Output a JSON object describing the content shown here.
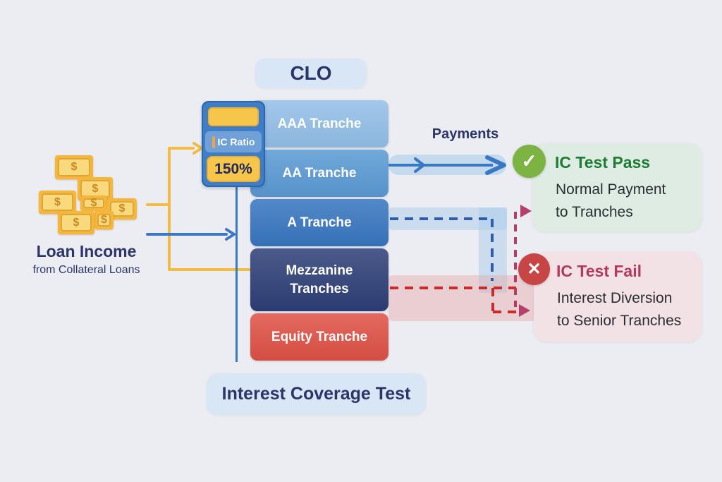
{
  "diagram": {
    "title": "CLO",
    "footer": "Interest Coverage Test",
    "payments_label": "Payments"
  },
  "loan_income": {
    "title": "Loan Income",
    "subtitle": "from Collateral Loans",
    "currency_symbol": "$"
  },
  "calculator": {
    "label": "IC Ratio",
    "value": "150%"
  },
  "tranches": [
    {
      "label": "AAA Tranche",
      "color": "#93BFE8"
    },
    {
      "label": "AA Tranche",
      "color": "#5B9AD5"
    },
    {
      "label": "A Tranche",
      "color": "#3876C0"
    },
    {
      "label": "Mezzanine Tranches",
      "color": "#2E3F77"
    },
    {
      "label": "Equity Tranche",
      "color": "#DF5145"
    }
  ],
  "outcomes": {
    "pass": {
      "title": "IC Test Pass",
      "line1": "Normal Payment",
      "line2": "to Tranches",
      "icon": "✓",
      "icon_color": "#7DB342",
      "title_color": "#1E7B33",
      "bg": "#DFECE4"
    },
    "fail": {
      "title": "IC Test Fail",
      "line1": "Interest Diversion",
      "line2": "to Senior Tranches",
      "icon": "✕",
      "icon_color": "#C84545",
      "title_color": "#B23A5E",
      "bg": "#F3E2E5"
    }
  },
  "colors": {
    "background": "#ECEDF2",
    "accent_blue": "#3B78C3",
    "accent_yellow": "#F2BC42",
    "dashed_blue": "#2F5DA8",
    "dashed_red": "#CC2A2A",
    "dashed_crimson": "#B63A64",
    "label_navy": "#2B3568"
  }
}
